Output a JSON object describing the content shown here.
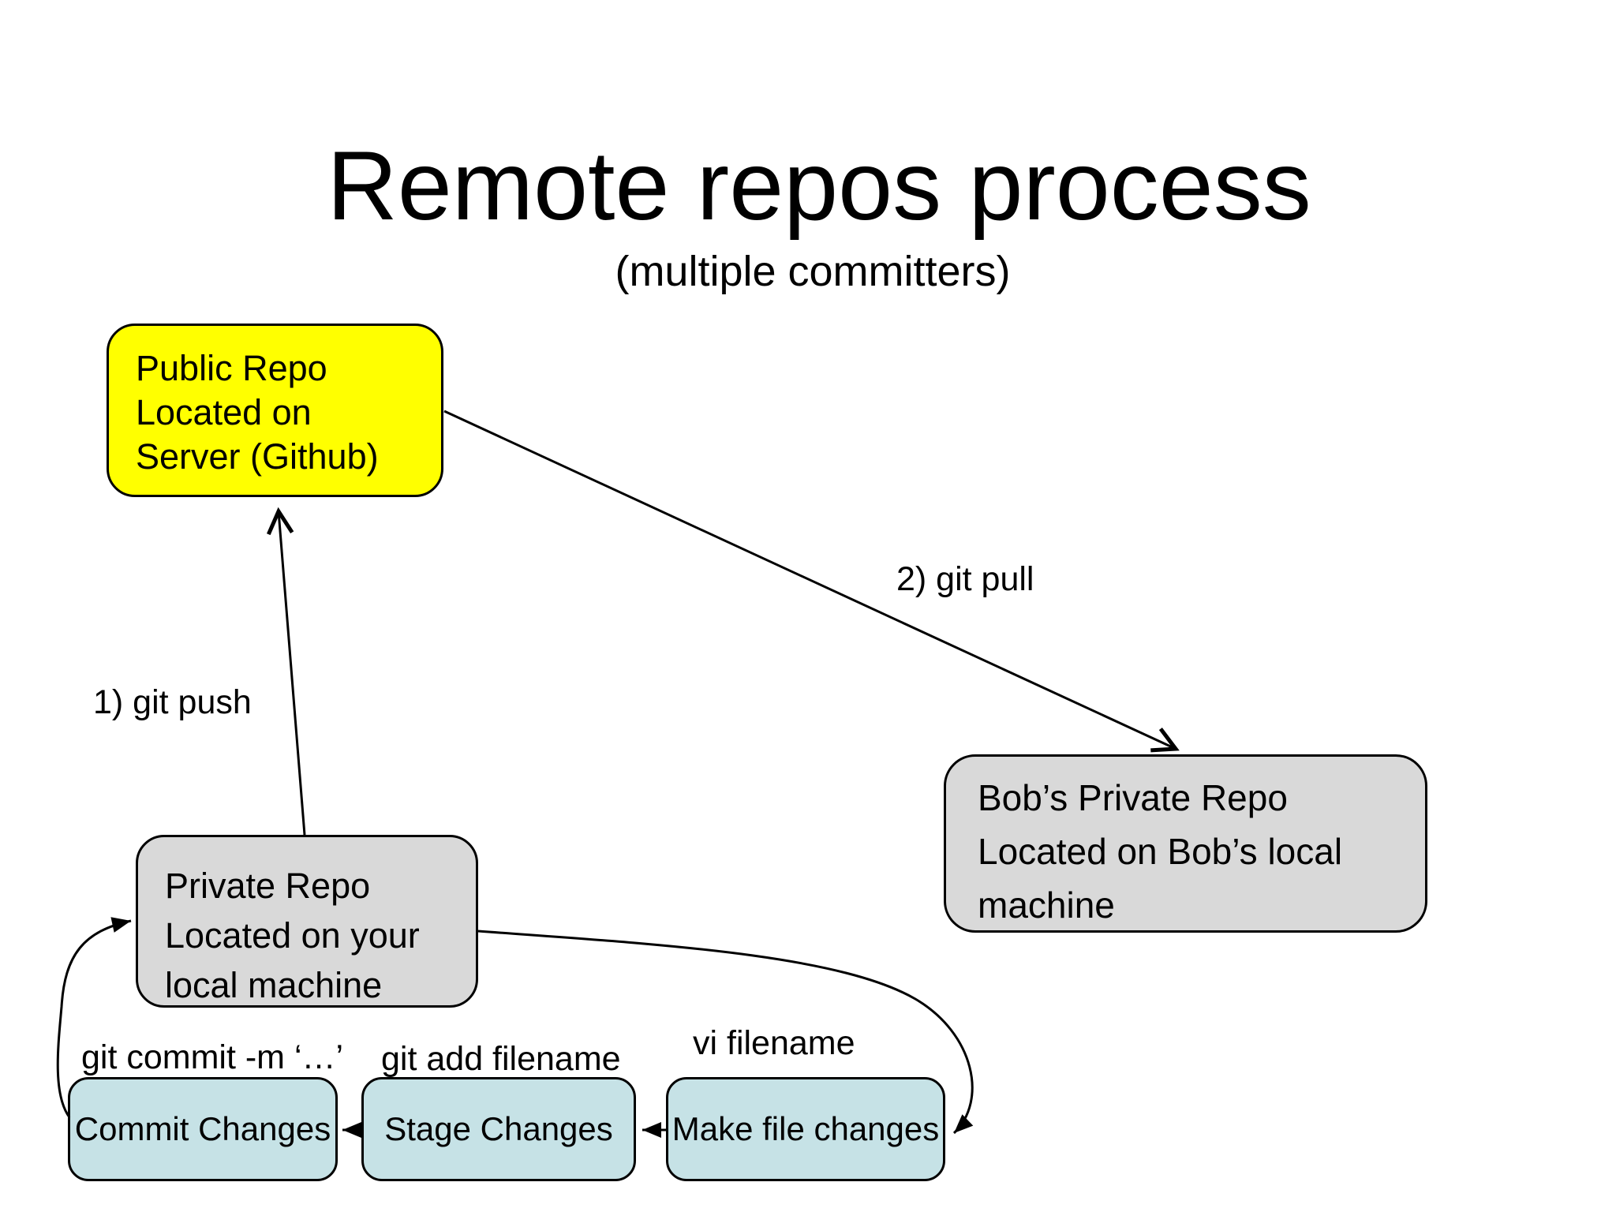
{
  "slide": {
    "title": "Remote repos process",
    "subtitle": "(multiple committers)",
    "background": "#ffffff"
  },
  "nodes": {
    "public_repo": {
      "text": "Public Repo\nLocated on\nServer (Github)",
      "fill": "#ffff00"
    },
    "bobs_private_repo": {
      "text": "Bob’s Private Repo\nLocated on Bob’s local\nmachine",
      "fill": "#d9d9d9"
    },
    "private_repo": {
      "text": "Private Repo\nLocated on your\nlocal machine",
      "fill": "#d9d9d9"
    },
    "commit_changes": {
      "text": "Commit Changes",
      "fill": "#c6e2e6"
    },
    "stage_changes": {
      "text": "Stage Changes",
      "fill": "#c6e2e6"
    },
    "make_file_changes": {
      "text": "Make file changes",
      "fill": "#c6e2e6"
    }
  },
  "edge_labels": {
    "push": "1) git push",
    "pull": "2) git pull",
    "commit_cmd": "git commit -m ‘…’",
    "add_cmd": "git add filename",
    "vi_cmd": "vi filename"
  },
  "colors": {
    "arrow": "#000000",
    "node_border": "#000000",
    "text": "#000000"
  }
}
